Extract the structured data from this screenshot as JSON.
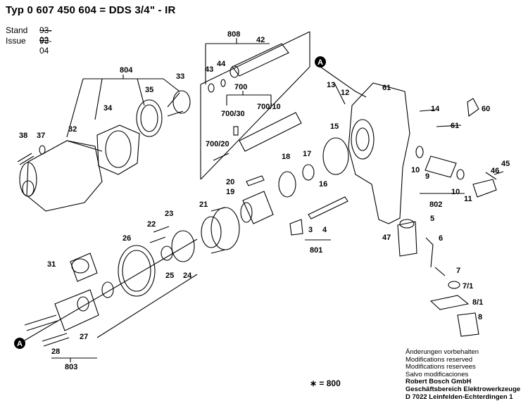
{
  "header": {
    "title": "Typ 0 607 450 604 = DDS 3/4\" - IR",
    "stand_label": "Stand",
    "stand_value": "93-02",
    "issue_label": "Issue",
    "issue_value": "93-04"
  },
  "callouts": [
    "A",
    "A"
  ],
  "parts": [
    "808",
    "42",
    "43",
    "44",
    "804",
    "33",
    "35",
    "700",
    "34",
    "700/30",
    "700/10",
    "32",
    "38",
    "37",
    "700/20",
    "13",
    "12",
    "61",
    "14",
    "60",
    "61",
    "15",
    "18",
    "17",
    "20",
    "19",
    "16",
    "10",
    "9",
    "45",
    "46",
    "10",
    "802",
    "11",
    "21",
    "23",
    "22",
    "3",
    "4",
    "5",
    "26",
    "801",
    "47",
    "6",
    "31",
    "25",
    "24",
    "7",
    "7/1",
    "8/1",
    "8",
    "28",
    "27",
    "803"
  ],
  "notes": {
    "lines": [
      "Änderungen vorbehalten",
      "Modifications reserved",
      "Modifications reservees",
      "Salvo modificaciones"
    ],
    "company": [
      "Robert Bosch GmbH",
      "Geschäftsbereich Elektrowerkzeuge",
      "D 7022 Leinfelden-Echterdingen 1"
    ]
  },
  "legend": "∗ = 800"
}
